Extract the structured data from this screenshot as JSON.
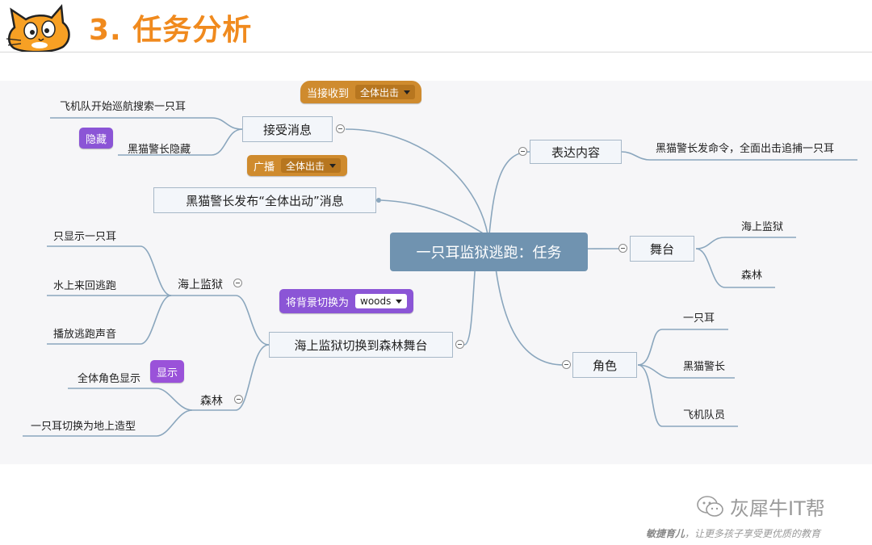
{
  "header": {
    "title": "3. 任务分析"
  },
  "mindmap": {
    "central": "一只耳监狱逃跑：任务",
    "branches": {
      "receive": {
        "label": "接受消息",
        "hat_block": {
          "label": "当接收到",
          "value": "全体出击"
        },
        "leaves": [
          "飞机队开始巡航搜索一只耳",
          "黑猫警长隐藏"
        ],
        "hide_block": "隐藏"
      },
      "broadcast": {
        "label": "黑猫警长发布“全体出动”消息",
        "block": {
          "label": "广播",
          "value": "全体出击"
        }
      },
      "switch": {
        "label": "海上监狱切换到森林舞台",
        "block": {
          "label": "将背景切换为",
          "value": "woods"
        },
        "sea": {
          "label": "海上监狱",
          "leaves": [
            "只显示一只耳",
            "水上来回逃跑",
            "播放逃跑声音"
          ]
        },
        "forest": {
          "label": "森林",
          "show_block": "显示",
          "leaves": [
            "全体角色显示",
            "一只耳切换为地上造型"
          ]
        }
      },
      "express": {
        "label": "表达内容",
        "leaf": "黑猫警长发命令，全面出击追捕一只耳"
      },
      "stage": {
        "label": "舞台",
        "leaves": [
          "海上监狱",
          "森林"
        ]
      },
      "roles": {
        "label": "角色",
        "leaves": [
          "一只耳",
          "黑猫警长",
          "飞机队员"
        ]
      }
    }
  },
  "footer": {
    "brand": "灰犀牛IT帮",
    "slogan_bold": "敏捷育儿",
    "slogan_rest": "，让更多孩子享受更优质的教育"
  },
  "colors": {
    "title": "#f08a1e",
    "central": "#7093b0",
    "event_block": "#cf8b2e",
    "looks_block": "#8b55d6"
  }
}
